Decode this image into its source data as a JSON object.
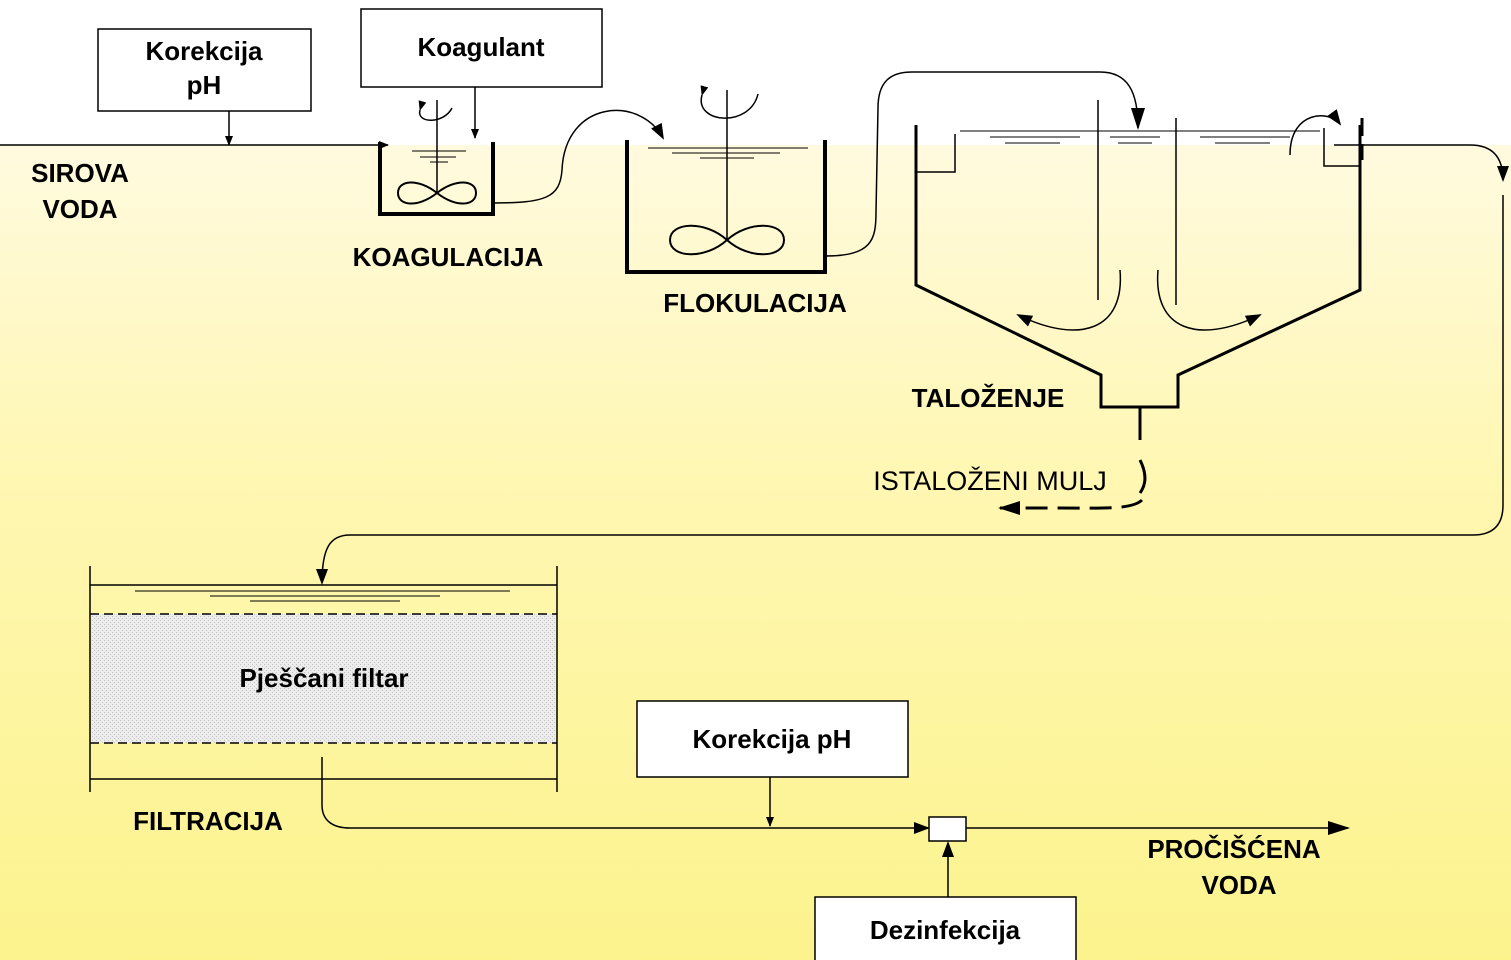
{
  "labels": {
    "korekcija_ph_top_line1": "Korekcija",
    "korekcija_ph_top_line2": "pH",
    "koagulant": "Koagulant",
    "sirova_voda_line1": "SIROVA",
    "sirova_voda_line2": "VODA",
    "koagulacija": "KOAGULACIJA",
    "flokulacija": "FLOKULACIJA",
    "talozenje": "TALOŽENJE",
    "istalozeni_mulj": "ISTALOŽENI MULJ",
    "pjescani_filtar": "Pješčani filtar",
    "filtracija": "FILTRACIJA",
    "korekcija_ph_bottom": "Korekcija pH",
    "prociscena_voda_line1": "PROČIŠĆENA",
    "prociscena_voda_line2": "VODA",
    "dezinfekcija": "Dezinfekcija"
  }
}
